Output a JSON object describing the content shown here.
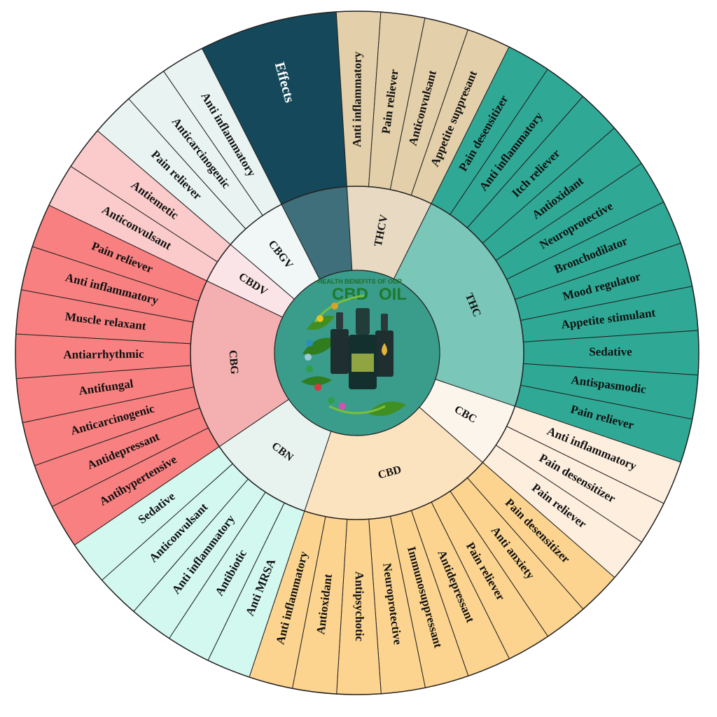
{
  "colors": {
    "header_outer": "#15485a",
    "header_inner": "#3f6f7a",
    "center": "#3a9c8a",
    "ring_border": "#222222"
  },
  "header": {
    "label": "Effects"
  },
  "logo": {
    "top_text": "HEALTH BENEFITS OF OUR",
    "cbd_text": "CBD",
    "oil_text": "OIL",
    "icon": "cbd-oil-bottles-icon"
  },
  "groups": [
    {
      "name": "THCV",
      "outer": "#e3cfa9",
      "inner": "#e8dac2",
      "effects": [
        "Anti inflammatory",
        "Pain reliever",
        "Anticonvulsant",
        "Appetite suppresant"
      ]
    },
    {
      "name": "THC",
      "outer": "#2fa995",
      "inner": "#7ac6b8",
      "effects": [
        "Pain desensitizer",
        "Anti inflammatory",
        "Itch reliever",
        "Antioxidant",
        "Neuroprotective",
        "Bronchodilator",
        "Mood regulator",
        "Appetite stimulant",
        "Sedative",
        "Antispasmodic",
        "Pain reliever"
      ]
    },
    {
      "name": "CBC",
      "outer": "#fdeedd",
      "inner": "#fcf5ec",
      "effects": [
        "Anti inflammatory",
        "Pain desensitizer",
        "Pain reliever"
      ]
    },
    {
      "name": "CBD",
      "outer": "#fcd48f",
      "inner": "#fce3c0",
      "effects": [
        "Pain desensitizer",
        "Anti anxiety",
        "Pain reliever",
        "Antidepressant",
        "Immunosuppressant",
        "Neuroprotective",
        "Antipsychotic",
        "Antioxidant",
        "Anti inflammatory"
      ]
    },
    {
      "name": "CBN",
      "outer": "#d2f8f0",
      "inner": "#e8f3f0",
      "effects": [
        "Anti MRSA",
        "Antibiotic",
        "Anti inflammatory",
        "Anticonvulsant",
        "Sedative"
      ]
    },
    {
      "name": "CBG",
      "outer": "#f98080",
      "inner": "#f4b0b0",
      "effects": [
        "Antihypertensive",
        "Antidepressant",
        "Anticarcinogenic",
        "Antifungal",
        "Antiarrhythmic",
        "Muscle relaxant",
        "Anti inflammatory",
        "Pain reliever"
      ]
    },
    {
      "name": "CBDV",
      "outer": "#fbcaca",
      "inner": "#fbe4e8",
      "effects": [
        "Anticonvulsant",
        "Antiemetic"
      ]
    },
    {
      "name": "CBGV",
      "outer": "#e9f4f2",
      "inner": "#f1f7f7",
      "effects": [
        "Pain reliever",
        "Anticarcinogenic",
        "Anti inflammatory"
      ]
    }
  ]
}
